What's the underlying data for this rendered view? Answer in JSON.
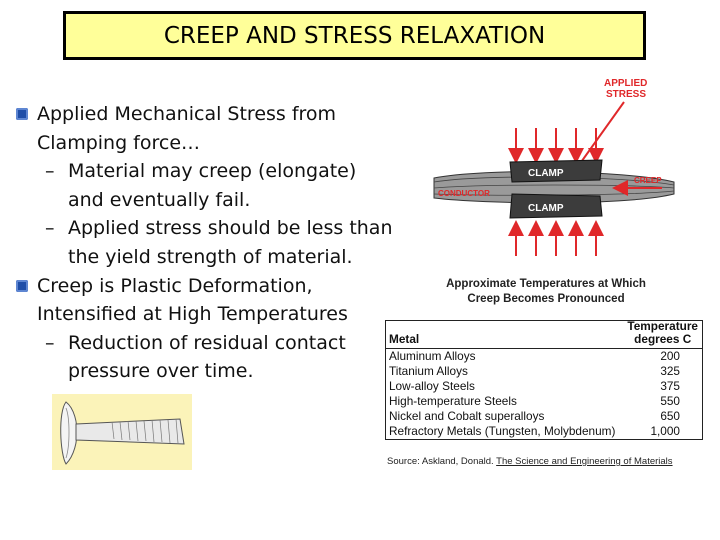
{
  "title": "CREEP AND STRESS RELAXATION",
  "bullets": [
    {
      "lines": [
        "Applied Mechanical Stress from",
        "Clamping force…"
      ],
      "sub": [
        [
          "Material may creep (elongate)",
          "and eventually fail."
        ],
        [
          "Applied stress should be less than",
          "the yield strength  of material."
        ]
      ]
    },
    {
      "lines": [
        "Creep is Plastic Deformation,",
        "Intensified at High Temperatures"
      ],
      "sub": [
        [
          "Reduction of residual contact",
          "pressure over time."
        ]
      ]
    }
  ],
  "figure": {
    "applied_stress": "APPLIED STRESS",
    "clamp_top": "CLAMP",
    "clamp_bottom": "CLAMP",
    "conductor": "CONDUCTOR",
    "creep": "CREEP",
    "colors": {
      "arrow": "#e0282a",
      "clamp": "#3c3c3c"
    }
  },
  "table_caption": "Approximate Temperatures at Which Creep Becomes Pronounced",
  "table": {
    "header_metal": "Metal",
    "header_temp_1": "Temperature",
    "header_temp_2": "degrees C",
    "rows": [
      {
        "metal": "Aluminum Alloys",
        "temp": "200"
      },
      {
        "metal": "Titanium Alloys",
        "temp": "325"
      },
      {
        "metal": "Low-alloy Steels",
        "temp": "375"
      },
      {
        "metal": "High-temperature Steels",
        "temp": "550"
      },
      {
        "metal": "Nickel and Cobalt superalloys",
        "temp": "650"
      },
      {
        "metal": "Refractory Metals (Tungsten, Molybdenum)",
        "temp": "1,000"
      }
    ]
  },
  "source": {
    "prefix": "Source: Askland, Donald.",
    "book": "The Science and Engineering of Materials"
  },
  "colors": {
    "title_bg": "#ffff99",
    "bullet": "#1f4ea8"
  }
}
